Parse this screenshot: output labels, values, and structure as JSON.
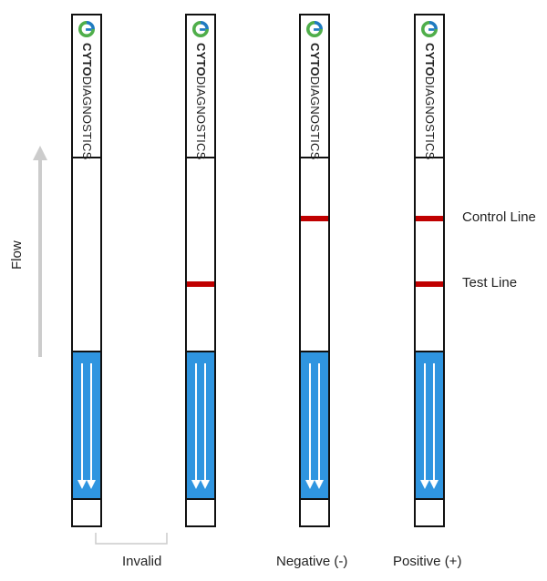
{
  "brand": {
    "bold": "CYTO",
    "thin": "DIAGNOSTICS"
  },
  "strips": [
    {
      "id": "strip-1",
      "control_line": false,
      "test_line": false
    },
    {
      "id": "strip-2",
      "control_line": false,
      "test_line": true
    },
    {
      "id": "strip-3",
      "control_line": true,
      "test_line": false
    },
    {
      "id": "strip-4",
      "control_line": true,
      "test_line": true
    }
  ],
  "labels": {
    "flow": "Flow",
    "control_line": "Control Line",
    "test_line": "Test Line",
    "invalid": "Invalid",
    "negative": "Negative (-)",
    "positive": "Positive (+)"
  },
  "colors": {
    "pad": "#2f95e0",
    "line": "#c00000",
    "arrow": "#cccccc",
    "logo_green": "#4fae4a",
    "logo_blue": "#1f7bc0"
  }
}
